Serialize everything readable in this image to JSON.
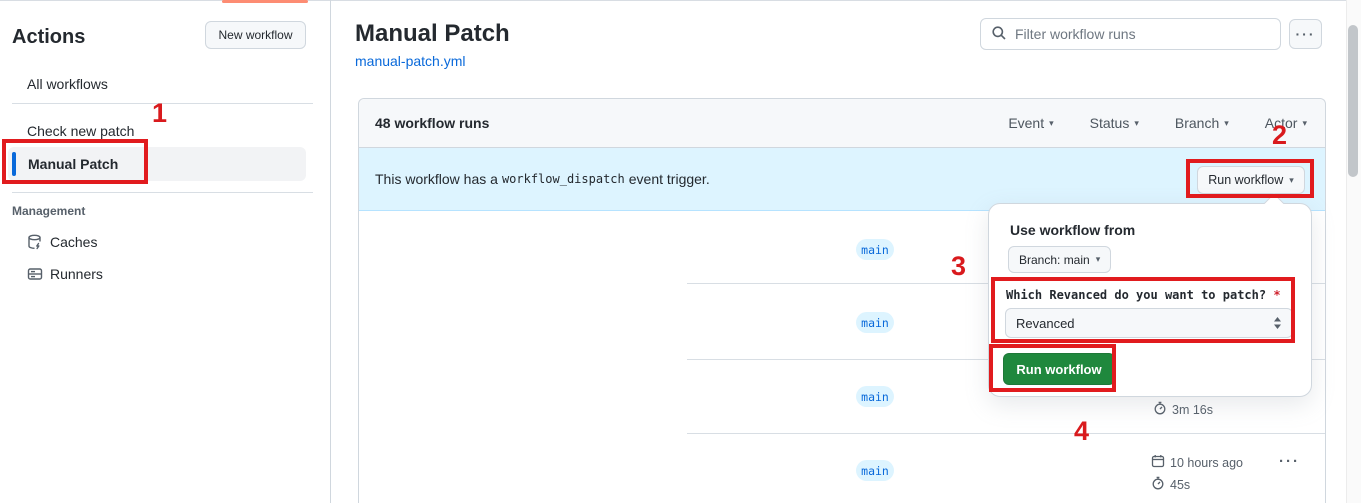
{
  "colors": {
    "annotation_red": "#e11b1e",
    "accent_blue": "#0969da",
    "banner_blue": "#ddf4ff",
    "success_green": "#1f883d",
    "active_tab_coral": "#fd8c73"
  },
  "icons": {
    "caret_down": "▾",
    "kebab": "···"
  },
  "sidebar": {
    "title": "Actions",
    "new_workflow_label": "New workflow",
    "items": [
      {
        "label": "All workflows",
        "selected": false
      },
      {
        "label": "Check new patch",
        "selected": false
      },
      {
        "label": "Manual Patch",
        "selected": true
      }
    ],
    "management": {
      "heading": "Management",
      "items": [
        {
          "label": "Caches",
          "icon": "cache-icon"
        },
        {
          "label": "Runners",
          "icon": "runners-icon"
        }
      ]
    }
  },
  "header": {
    "title": "Manual Patch",
    "file_link": "manual-patch.yml",
    "filter_placeholder": "Filter workflow runs"
  },
  "runs_table": {
    "count_label": "48 workflow runs",
    "filters": [
      "Event",
      "Status",
      "Branch",
      "Actor"
    ],
    "banner": {
      "text_before": "This workflow has a",
      "code": "workflow_dispatch",
      "text_after": "event trigger.",
      "run_button_label": "Run workflow"
    },
    "rows": [
      {
        "branch": "main"
      },
      {
        "branch": "main"
      },
      {
        "branch": "main",
        "duration": "3m 16s"
      },
      {
        "branch": "main",
        "time": "10 hours ago",
        "duration": "45s"
      }
    ]
  },
  "popup": {
    "heading": "Use workflow from",
    "branch_button_label": "Branch: main",
    "input_label": "Which Revanced do you want to patch?",
    "required_mark": "*",
    "select_value": "Revanced",
    "run_button_label": "Run workflow"
  },
  "annotations": {
    "step1": "1",
    "step2": "2",
    "step3": "3",
    "step4": "4"
  }
}
